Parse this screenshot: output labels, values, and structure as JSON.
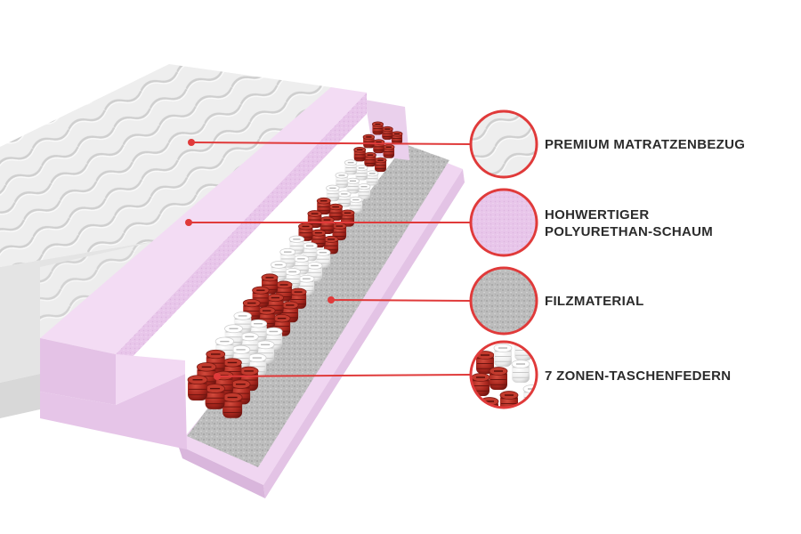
{
  "callouts": [
    {
      "id": "cover",
      "lines": [
        "PREMIUM MATRATZENBEZUG"
      ],
      "swatch": "quilted-cover-swatch"
    },
    {
      "id": "foam",
      "lines": [
        "HOHWERTIGER",
        "POLYURETHAN-SCHAUM"
      ],
      "swatch": "foam-swatch"
    },
    {
      "id": "felt",
      "lines": [
        "FILZMATERIAL"
      ],
      "swatch": "felt-swatch"
    },
    {
      "id": "springs",
      "lines": [
        "7 ZONEN-TASCHENFEDERN"
      ],
      "swatch": "pocket-springs-swatch"
    }
  ],
  "colors": {
    "accent": "#e03a3a",
    "foam": "#e9c9ea",
    "felt": "#b9b9b9",
    "spring_red": "#a8261d",
    "spring_white": "#f2f2f2",
    "cover": "#ececec"
  }
}
